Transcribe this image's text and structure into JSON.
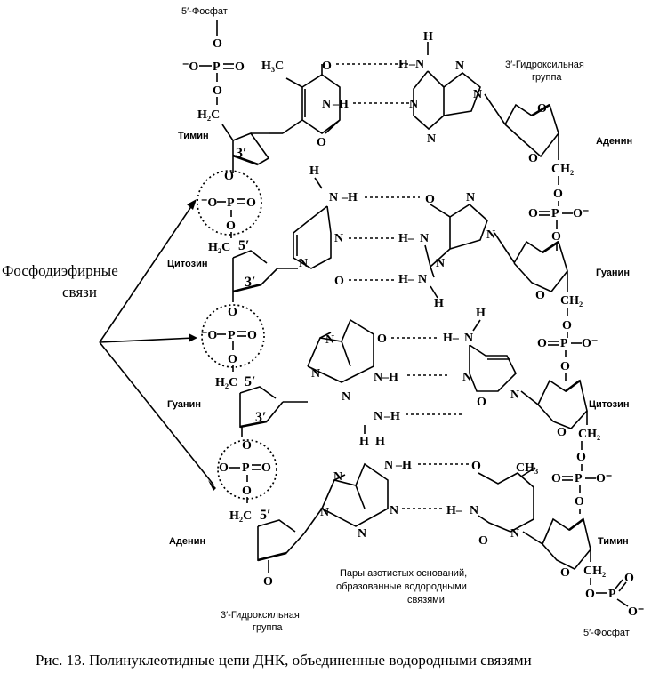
{
  "strand1": {
    "top_label": "5′-Фосфат",
    "bottom_label": "3′-Гидроксильная группа",
    "bases": [
      "Тимин",
      "Цитозин",
      "Гуанин",
      "Аденин"
    ]
  },
  "strand2": {
    "top_label": "3′-Гидроксильная группа",
    "bottom_label": "5′-Фосфат",
    "bases": [
      "Аденин",
      "Гуанин",
      "Цитозин",
      "Тимин"
    ]
  },
  "bond_label": "Фосфодиэфирные связи",
  "pairs_label": "Пары азотистых оснований, образованные водородными связями",
  "caption": "Рис. 13. Полинуклеотидные цепи ДНК, объединенные водородными связями"
}
